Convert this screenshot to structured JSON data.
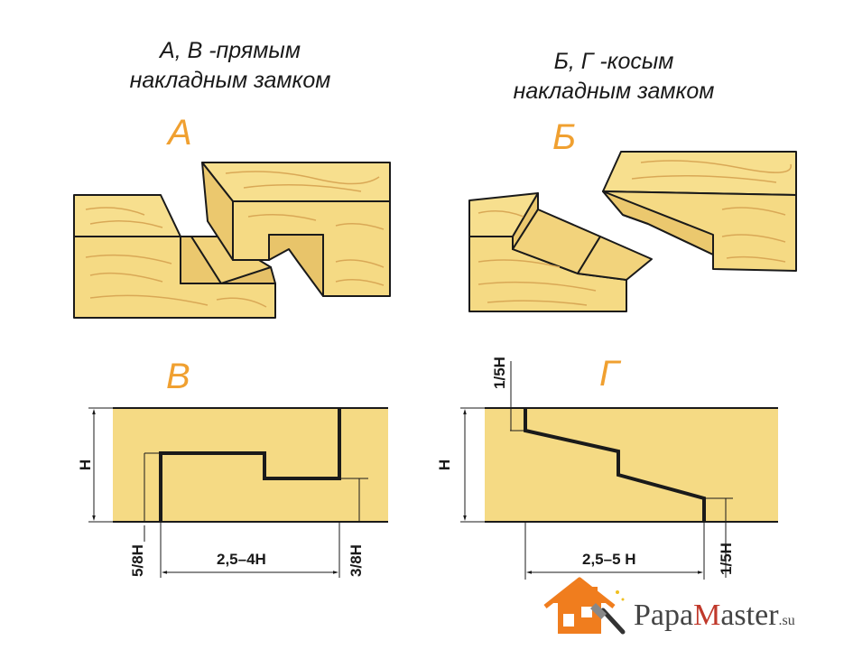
{
  "captions": {
    "left_line1": "А, В -прямым",
    "left_line2": "накладным замком",
    "right_line1": "Б, Г -косым",
    "right_line2": "накладным замком"
  },
  "labels": {
    "a": "А",
    "b": "Б",
    "v": "В",
    "g": "Г"
  },
  "dimensions": {
    "v_height": "Н",
    "v_length": "2,5–4Н",
    "v_left_depth": "5/8Н",
    "v_right_depth": "3/8Н",
    "g_height": "Н",
    "g_top": "1/5Н",
    "g_length": "2,5–5 Н",
    "g_bottom": "1/5Н"
  },
  "logo": {
    "name_part1": "Papa",
    "name_part2": "M",
    "name_part3": "aster",
    "domain": ".su"
  },
  "colors": {
    "wood": "#f5da84",
    "wood_dark": "#e8c46a",
    "grain": "#d9a856",
    "accent": "#f0a030",
    "line": "#1a1a1a",
    "logo_house": "#f07d1e"
  }
}
